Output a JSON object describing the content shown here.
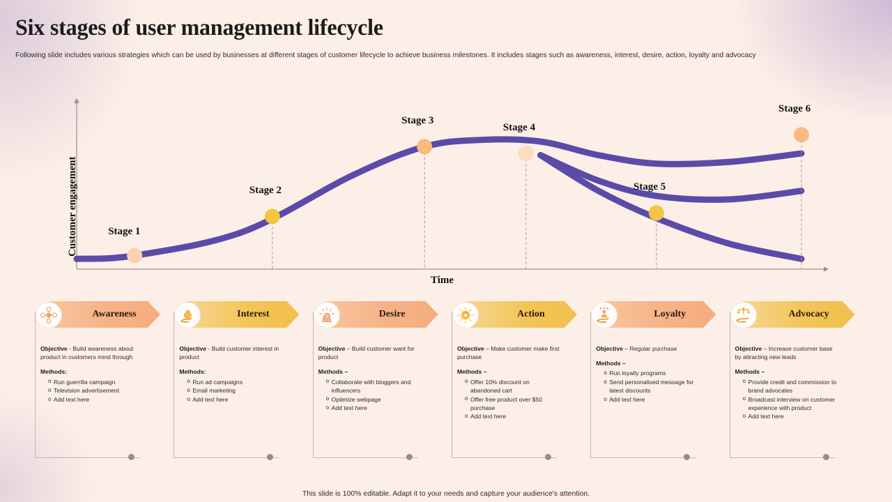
{
  "header": {
    "title": "Six stages of user management lifecycle",
    "subtitle": "Following slide includes various strategies which can be used by businesses at different stages of customer lifecycle to achieve business milestones. It includes stages such as awareness, interest, desire, action, loyalty and advocacy"
  },
  "chart_data": {
    "type": "line",
    "title": "",
    "xlabel": "Time",
    "ylabel": "Customer engagement",
    "grid": false,
    "legend": "none",
    "xlim": [
      0,
      100
    ],
    "ylim": [
      0,
      100
    ],
    "axis_arrows": true,
    "line_color": "#5b4ba8",
    "series": [
      {
        "name": "main-engagement-curve",
        "x": [
          0,
          8,
          23,
          38,
          48,
          56,
          64,
          72,
          80,
          90,
          100
        ],
        "y": [
          6,
          8,
          22,
          55,
          72,
          76,
          75,
          67,
          62,
          63,
          68
        ]
      },
      {
        "name": "branch-middle",
        "x": [
          64,
          72,
          80,
          90,
          100
        ],
        "y": [
          67,
          52,
          43,
          41,
          46
        ]
      },
      {
        "name": "branch-lower",
        "x": [
          64,
          72,
          80,
          90,
          100
        ],
        "y": [
          67,
          46,
          30,
          15,
          6
        ]
      }
    ],
    "markers": [
      {
        "label": "Stage 1",
        "x": 8,
        "y": 8,
        "color": "#fad2b0",
        "label_dx": -38,
        "label_dy": -42
      },
      {
        "label": "Stage 2",
        "x": 27,
        "y": 31,
        "color": "#f2c542",
        "label_dx": -33,
        "label_dy": -45
      },
      {
        "label": "Stage 3",
        "x": 48,
        "y": 72,
        "color": "#fab97f",
        "label_dx": -33,
        "label_dy": -45
      },
      {
        "label": "Stage 4",
        "x": 62,
        "y": 68,
        "color": "#fbdcbd",
        "label_dx": -33,
        "label_dy": -45
      },
      {
        "label": "Stage 5",
        "x": 80,
        "y": 33,
        "color": "#f2c542",
        "label_dx": -33,
        "label_dy": -45
      },
      {
        "label": "Stage 6",
        "x": 100,
        "y": 79,
        "color": "#fab97f",
        "label_dx": -33,
        "label_dy": -45
      }
    ]
  },
  "cards": [
    {
      "icon": "network-users-icon",
      "title": "Awareness",
      "theme": "peach",
      "objective_label": "Objective",
      "objective_sep": "-",
      "objective_text": "Build awareness about product in customers mind through",
      "methods_label": "Methods:",
      "methods": [
        "Run guerrilla campaign",
        "Television advertisement",
        "Add text here"
      ]
    },
    {
      "icon": "money-bag-hand-icon",
      "title": "Interest",
      "theme": "gold",
      "objective_label": "Objective",
      "objective_sep": "-",
      "objective_text": "Build customer interest in product",
      "methods_label": "Methods:",
      "methods": [
        "Run ad campaigns",
        "Email marketing",
        "Add text here"
      ]
    },
    {
      "icon": "idea-head-gear-icon",
      "title": "Desire",
      "theme": "peach",
      "objective_label": "Objective",
      "objective_sep": "–",
      "objective_text": "Build customer want for product",
      "methods_label": "Methods –",
      "methods": [
        "Collaborate with bloggers and influencers",
        "Optimize webpage",
        "Add text here"
      ]
    },
    {
      "icon": "burst-gear-icon",
      "title": "Action",
      "theme": "gold",
      "objective_label": "Objective",
      "objective_sep": "–",
      "objective_text": "Make customer make first purchase",
      "methods_label": "Methods –",
      "methods": [
        "Offer 10% discount on abandoned cart",
        "Offer free product over $50 purchase",
        "Add text here"
      ]
    },
    {
      "icon": "hand-person-rating-icon",
      "title": "Loyalty",
      "theme": "peach",
      "objective_label": "Objective",
      "objective_sep": "–",
      "objective_text": "Regular purchase",
      "methods_label": "Methods –",
      "methods": [
        "Run loyalty programs",
        "Send personalised message for latest discounts",
        "Add text here"
      ]
    },
    {
      "icon": "hand-scales-icon",
      "title": "Advocacy",
      "theme": "gold",
      "objective_label": "Objective",
      "objective_sep": "–",
      "objective_text": "Increase customer base by attracting new leads",
      "methods_label": "Methods –",
      "methods": [
        "Provide credit and commission to brand advocates",
        "Broadcast interview on customer experience with product",
        "Add text here"
      ]
    }
  ],
  "footer": {
    "note": "This slide is 100% editable. Adapt it to your needs and capture your audience's attention."
  },
  "colors": {
    "background": "#fcefe7",
    "curve": "#5b4ba8",
    "banner_peach": "#f6b287",
    "banner_gold": "#f3c457",
    "card_border": "#c9b3ad",
    "card_dot": "#8f8f8f",
    "axis": "#9a8f93"
  }
}
